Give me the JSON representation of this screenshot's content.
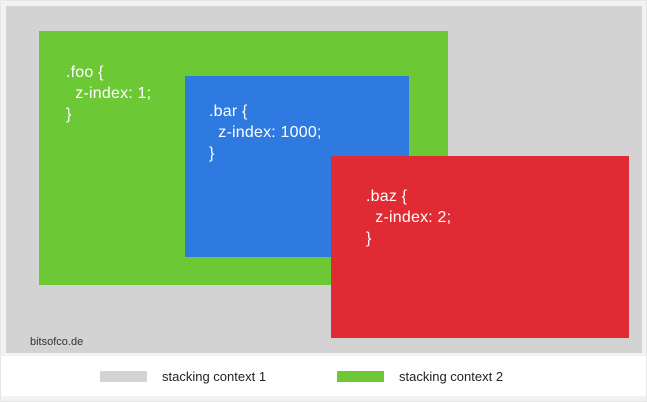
{
  "diagram": {
    "boxes": [
      {
        "id": "foo",
        "code": ".foo {\n  z-index: 1;\n}",
        "color": "#6cc835"
      },
      {
        "id": "bar",
        "code": ".bar {\n  z-index: 1000;\n}",
        "color": "#2f7ae0"
      },
      {
        "id": "baz",
        "code": ".baz {\n  z-index: 2;\n}",
        "color": "#e02b35"
      }
    ],
    "background_color": "#d3d3d3",
    "credit": "bitsofco.de"
  },
  "legend": {
    "items": [
      {
        "label": "stacking context 1",
        "color": "#d3d3d3"
      },
      {
        "label": "stacking context 2",
        "color": "#6cc835"
      }
    ]
  }
}
